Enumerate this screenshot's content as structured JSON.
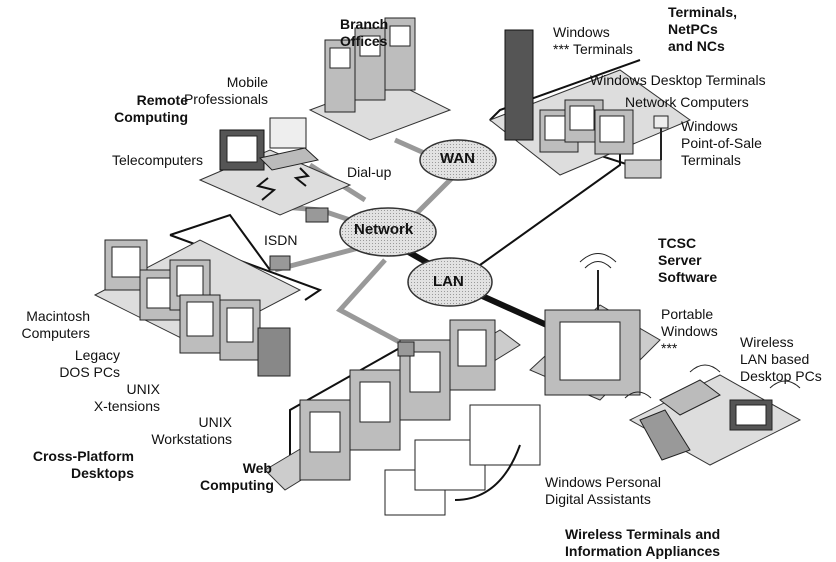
{
  "groups": {
    "branch": [
      "Branch",
      "Offices"
    ],
    "terminals_group": [
      "Terminals,",
      "NetPCs",
      "and NCs"
    ],
    "remote": [
      "Remote",
      "Computing"
    ],
    "tcsc": [
      "TCSC",
      "Server",
      "Software"
    ],
    "cross_platform": [
      "Cross-Platform",
      "Desktops"
    ],
    "web": [
      "Web",
      "Computing"
    ],
    "wireless_group": [
      "Wireless Terminals and",
      "Information Appliances"
    ]
  },
  "clouds": {
    "wan": "WAN",
    "network": "Network",
    "lan": "LAN"
  },
  "devices": {
    "windows_terminals": [
      "Windows",
      "*** Terminals"
    ],
    "desktop_terminals": "Windows Desktop Terminals",
    "network_computers": "Network Computers",
    "pos": [
      "Windows",
      "Point-of-Sale",
      "Terminals"
    ],
    "mobile": [
      "Mobile",
      "Professionals"
    ],
    "telecomputers": "Telecomputers",
    "dialup": "Dial-up",
    "isdn": "ISDN",
    "macintosh": [
      "Macintosh",
      "Computers"
    ],
    "legacy": [
      "Legacy",
      "DOS PCs"
    ],
    "unix_x": [
      "UNIX",
      "X-tensions"
    ],
    "unix_ws": [
      "UNIX",
      "Workstations"
    ],
    "portable": [
      "Portable",
      "Windows",
      "***"
    ],
    "wireless_lan": [
      "Wireless",
      "LAN based",
      "Desktop PCs"
    ],
    "pda": [
      "Windows Personal",
      "Digital Assistants"
    ]
  },
  "colors": {
    "line": "#111111",
    "gray_link": "#9a9a9a",
    "device": "#bdbdbd",
    "device_dark": "#555555",
    "screen": "#ffffff",
    "base": "#d9d9d9"
  }
}
